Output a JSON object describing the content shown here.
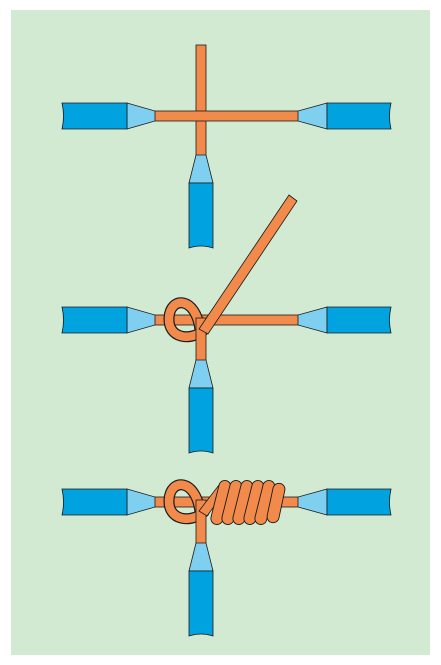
{
  "diagram": {
    "steps": [
      {
        "step": 1,
        "description": "straight"
      },
      {
        "step": 2,
        "description": "loop-started"
      },
      {
        "step": 3,
        "description": "wound-coil"
      }
    ],
    "colors": {
      "background": "#d3ead2",
      "wire_copper": "#f28a4b",
      "insulation": "#00a3e0",
      "insulation_taper": "#7fd0f0",
      "outline": "#1a1a1a"
    }
  }
}
